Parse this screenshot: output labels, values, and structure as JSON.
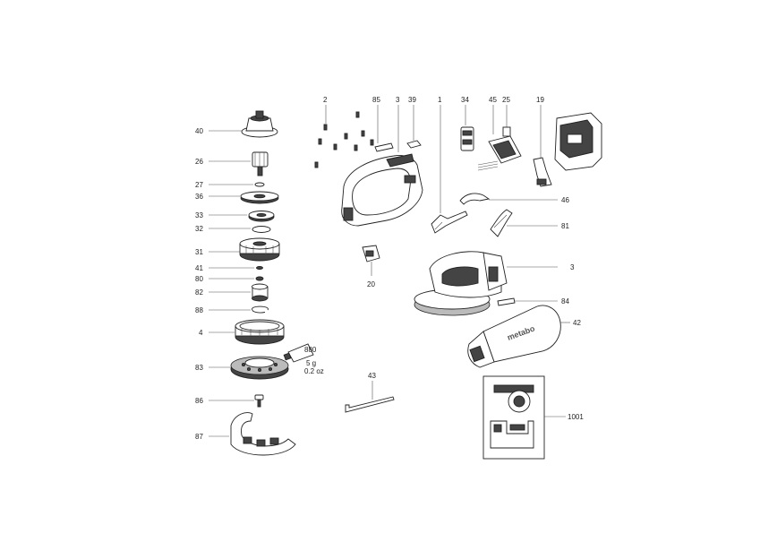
{
  "labels": {
    "p2": "2",
    "p85": "85",
    "p3a": "3",
    "p39": "39",
    "p1": "1",
    "p34": "34",
    "p45": "45",
    "p25": "25",
    "p19": "19",
    "p40": "40",
    "p26": "26",
    "p27": "27",
    "p36": "36",
    "p33": "33",
    "p32": "32",
    "p31": "31",
    "p41": "41",
    "p80": "80",
    "p82": "82",
    "p88": "88",
    "p4": "4",
    "p83": "83",
    "p86": "86",
    "p87": "87",
    "p20": "20",
    "p46": "46",
    "p81": "81",
    "p3b": "3",
    "p84": "84",
    "p42": "42",
    "p43": "43",
    "p1001": "1001"
  },
  "grease": {
    "code": "880",
    "weight": "5 g",
    "weight_oz": "0.2 oz"
  },
  "brand": "metabo"
}
